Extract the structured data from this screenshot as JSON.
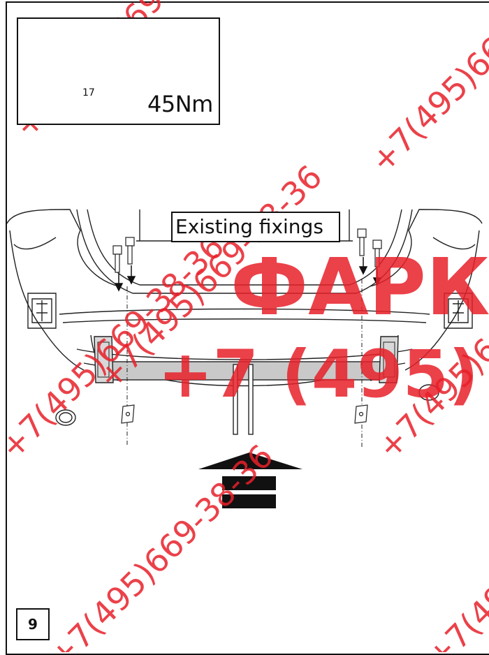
{
  "tool": {
    "torque": "45Nm",
    "socket_size": "17",
    "icons": [
      "ratchet-wrench-icon",
      "socket-17-icon"
    ]
  },
  "callout": {
    "label": "Existing fixings"
  },
  "step": {
    "number": "9"
  },
  "watermark": {
    "brand": "ФАРКОП",
    "phone": "+7 (495) 669-38-36",
    "phone_compact": "+7(495)669-38-36",
    "color": "#e8202a"
  }
}
